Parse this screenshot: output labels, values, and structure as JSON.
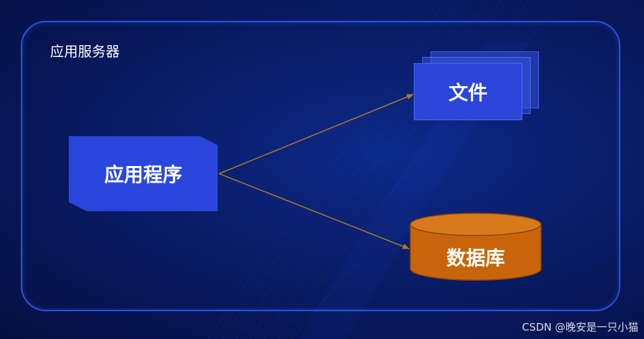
{
  "diagram": {
    "container_label": "应用服务器",
    "app_label": "应用程序",
    "file_label": "文件",
    "database_label": "数据库"
  },
  "watermark": "CSDN @晚安是一只小猫",
  "colors": {
    "background": "#0a1f6e",
    "container_border": "#2c52e0",
    "app_fill": "#2a47dd",
    "file_fill": "#2b46d8",
    "database_fill": "#c8650a",
    "arrow": "#b07a2a",
    "text": "#ffffff"
  }
}
